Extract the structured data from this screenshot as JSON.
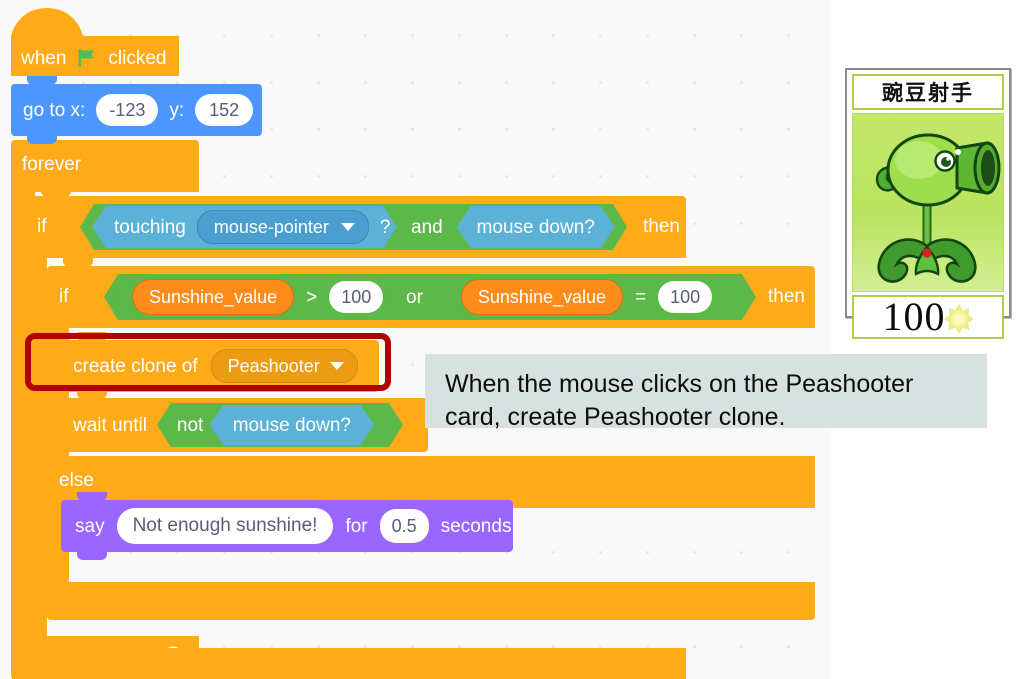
{
  "workspace": {
    "background_color": "#f9f9f9",
    "grid_dot_color": "#e6e6e6"
  },
  "script": {
    "hat": {
      "prefix": "when",
      "icon": "green-flag-icon",
      "suffix": "clicked",
      "color": "#ffab19"
    },
    "goto": {
      "label_x": "go to x:",
      "value_x": "-123",
      "label_y": "y:",
      "value_y": "152",
      "color": "#4c97ff"
    },
    "forever": {
      "label": "forever",
      "color": "#ffab19",
      "loop_icon": "loop-arrow-icon"
    },
    "if_outer": {
      "label_if": "if",
      "label_then": "then",
      "condition": {
        "operator": "and",
        "left": {
          "prefix": "touching",
          "dropdown_value": "mouse-pointer",
          "suffix": "?",
          "color": "#5cb1d6"
        },
        "right": {
          "label": "mouse down?",
          "color": "#5cb1d6"
        },
        "color": "#5cb949"
      }
    },
    "if_inner": {
      "label_if": "if",
      "label_then": "then",
      "label_else": "else",
      "condition": {
        "operator": "or",
        "left": {
          "variable": "Sunshine_value",
          "comparator": ">",
          "value": "100"
        },
        "right": {
          "variable": "Sunshine_value",
          "comparator": "=",
          "value": "100"
        },
        "color": "#5cb949",
        "variable_color": "#ff8c1a"
      }
    },
    "create_clone": {
      "label": "create clone of",
      "dropdown_value": "Peashooter",
      "color": "#ffab19",
      "highlighted": true,
      "highlight_color": "#b00000"
    },
    "wait_until": {
      "label": "wait until",
      "not_label": "not",
      "inner_label": "mouse down?",
      "color": "#ffab19"
    },
    "say": {
      "label": "say",
      "message": "Not enough sunshine!",
      "label_for": "for",
      "seconds": "0.5",
      "label_seconds": "seconds",
      "color": "#9966ff"
    }
  },
  "annotation": {
    "text": "When the mouse clicks on the Peashooter\ncard, create Peashooter clone.",
    "background_color": "#d6e1e0",
    "text_color": "#0d0d0d"
  },
  "card": {
    "title": "豌豆射手",
    "cost": "100",
    "sun_icon": "sun-icon",
    "plant_icon": "peashooter-icon"
  }
}
